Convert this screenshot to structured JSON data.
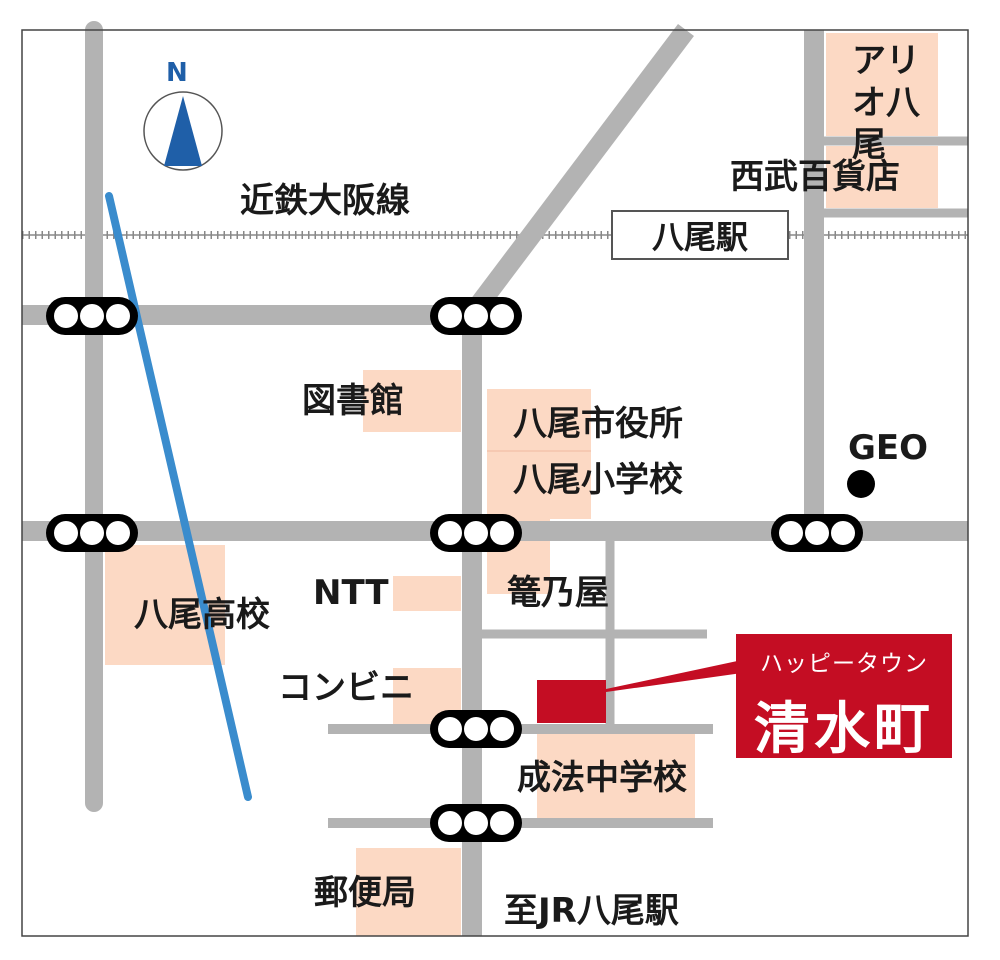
{
  "colors": {
    "road": "#b3b3b3",
    "river": "#3a8ccd",
    "facility": "#fcd9c4",
    "target": "#c40d23",
    "compass": "#1f5fa8"
  },
  "compass": {
    "label": "N",
    "icon": "north-arrow-icon"
  },
  "railway": {
    "label": "近鉄大阪線",
    "station": "八尾駅"
  },
  "landmarks": {
    "ario": "アリオ八尾",
    "seibu": "西武百貨店",
    "library": "図書館",
    "city_hall": "八尾市役所",
    "elementary": "八尾小学校",
    "geo": "GEO",
    "high_school": "八尾高校",
    "ntt": "NTT",
    "kagonoya": "篭乃屋",
    "convenience": "コンビニ",
    "junior_high": "成法中学校",
    "post_office": "郵便局",
    "to_station": "至JR八尾駅"
  },
  "destination": {
    "subtitle": "ハッピータウン",
    "title": "清水町"
  },
  "icons": {
    "traffic_signal": "traffic-signal-icon",
    "geo_marker": "location-dot-icon"
  }
}
